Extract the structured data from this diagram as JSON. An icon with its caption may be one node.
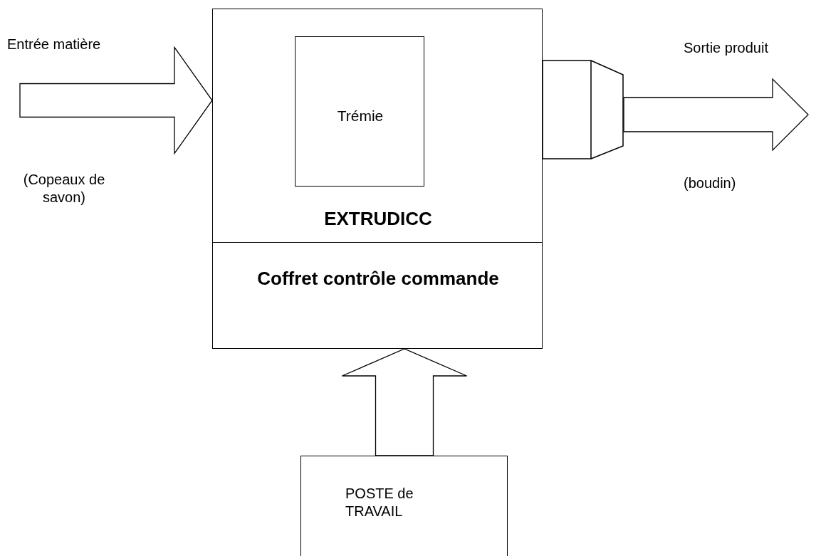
{
  "diagram": {
    "nodes": [
      {
        "text": [
          "EXTRUDICC"
        ]
      },
      {
        "text": [
          "Trémie"
        ],
        "in": 0
      },
      {
        "text": [
          "Coffret contrôle commande"
        ]
      },
      {
        "text": [],
        "shape": "picture"
      },
      {
        "text": [
          "POSTE de TRAVAIL"
        ]
      }
    ],
    "edges": [
      {
        "from": null,
        "to": 0,
        "arrow": "to",
        "label": "Entrée matière"
      },
      {
        "from": 3,
        "to": null,
        "arrow": "to",
        "label": "Sortie produit"
      },
      {
        "from": 4,
        "to": 2,
        "arrow": "to"
      }
    ],
    "labels": [
      "(Copeaux de savon)",
      "(boudin)"
    ]
  }
}
